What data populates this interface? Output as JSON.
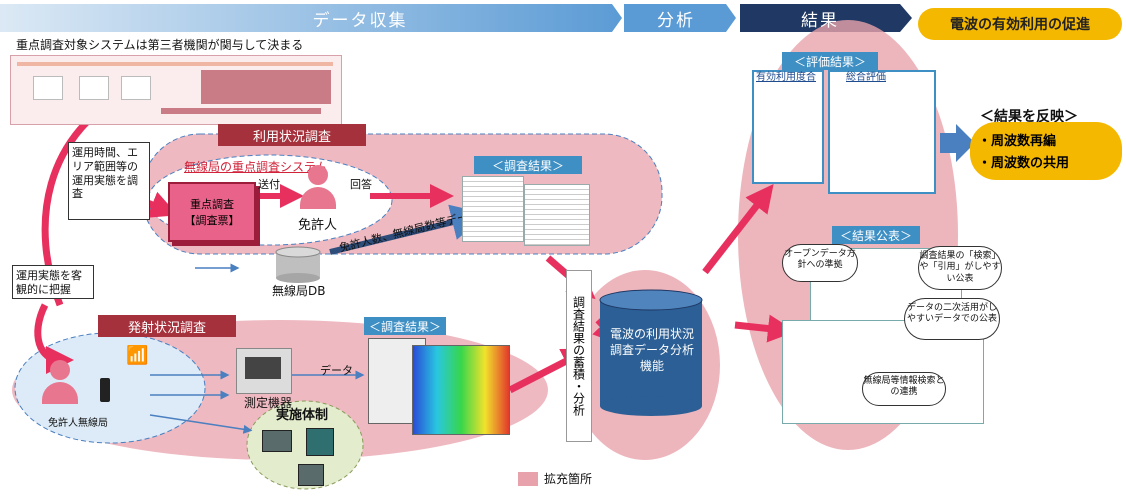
{
  "phases": {
    "collect": "データ収集",
    "analyze": "分析",
    "result": "結果"
  },
  "promo_badge": "電波の有効利用の促進",
  "top_note": "重点調査対象システムは第三者機関が関与して決まる",
  "usage_survey": {
    "title": "利用状況調査",
    "system_label": "無線局の重点調査システム",
    "form_label": "重点調査\n【調査票】",
    "send_label": "送付",
    "reply_label": "回答",
    "licensee_label": "免許人",
    "db_label": "無線局DB",
    "db_flow_label": "免許人数、無線局数等データ",
    "result_label": "＜調査結果＞"
  },
  "left_notes": {
    "operation": "運用時間、エリア範囲等の運用実態を調査",
    "objective": "運用実態を客観的に把握"
  },
  "emission_survey": {
    "title": "発射状況調査",
    "station_label": "免許人無線局",
    "equipment_label": "測定機器",
    "data_label": "データ",
    "organization_label": "実施体制",
    "result_label": "＜調査結果＞"
  },
  "accumulate_label": "調査結果の蓄積・分析",
  "analysis_db": "電波の利用状況調査データ分析機能",
  "evaluation": {
    "title": "＜評価結果＞",
    "doc1": "有効利用度合",
    "doc2": "総合評価"
  },
  "publication": {
    "title": "＜結果公表＞",
    "bubble1": "オープンデータ方針への準拠",
    "bubble2": "調査結果の「検索」や「引用」がしやすい公表",
    "bubble3": "データの二次活用がしやすいデータでの公表",
    "bubble4": "無線局等情報検索との連携"
  },
  "reflect": {
    "title": "＜結果を反映＞",
    "item1": "・周波数再編",
    "item2": "・周波数の共用"
  },
  "legend_label": "拡充箇所",
  "colors": {
    "phase_blue": "#5b9bd5",
    "phase_dark": "#1f3864",
    "highlight_pink": "#e8a2ab",
    "arrow_pink": "#e8305f",
    "promo_yellow": "#f5b800"
  }
}
